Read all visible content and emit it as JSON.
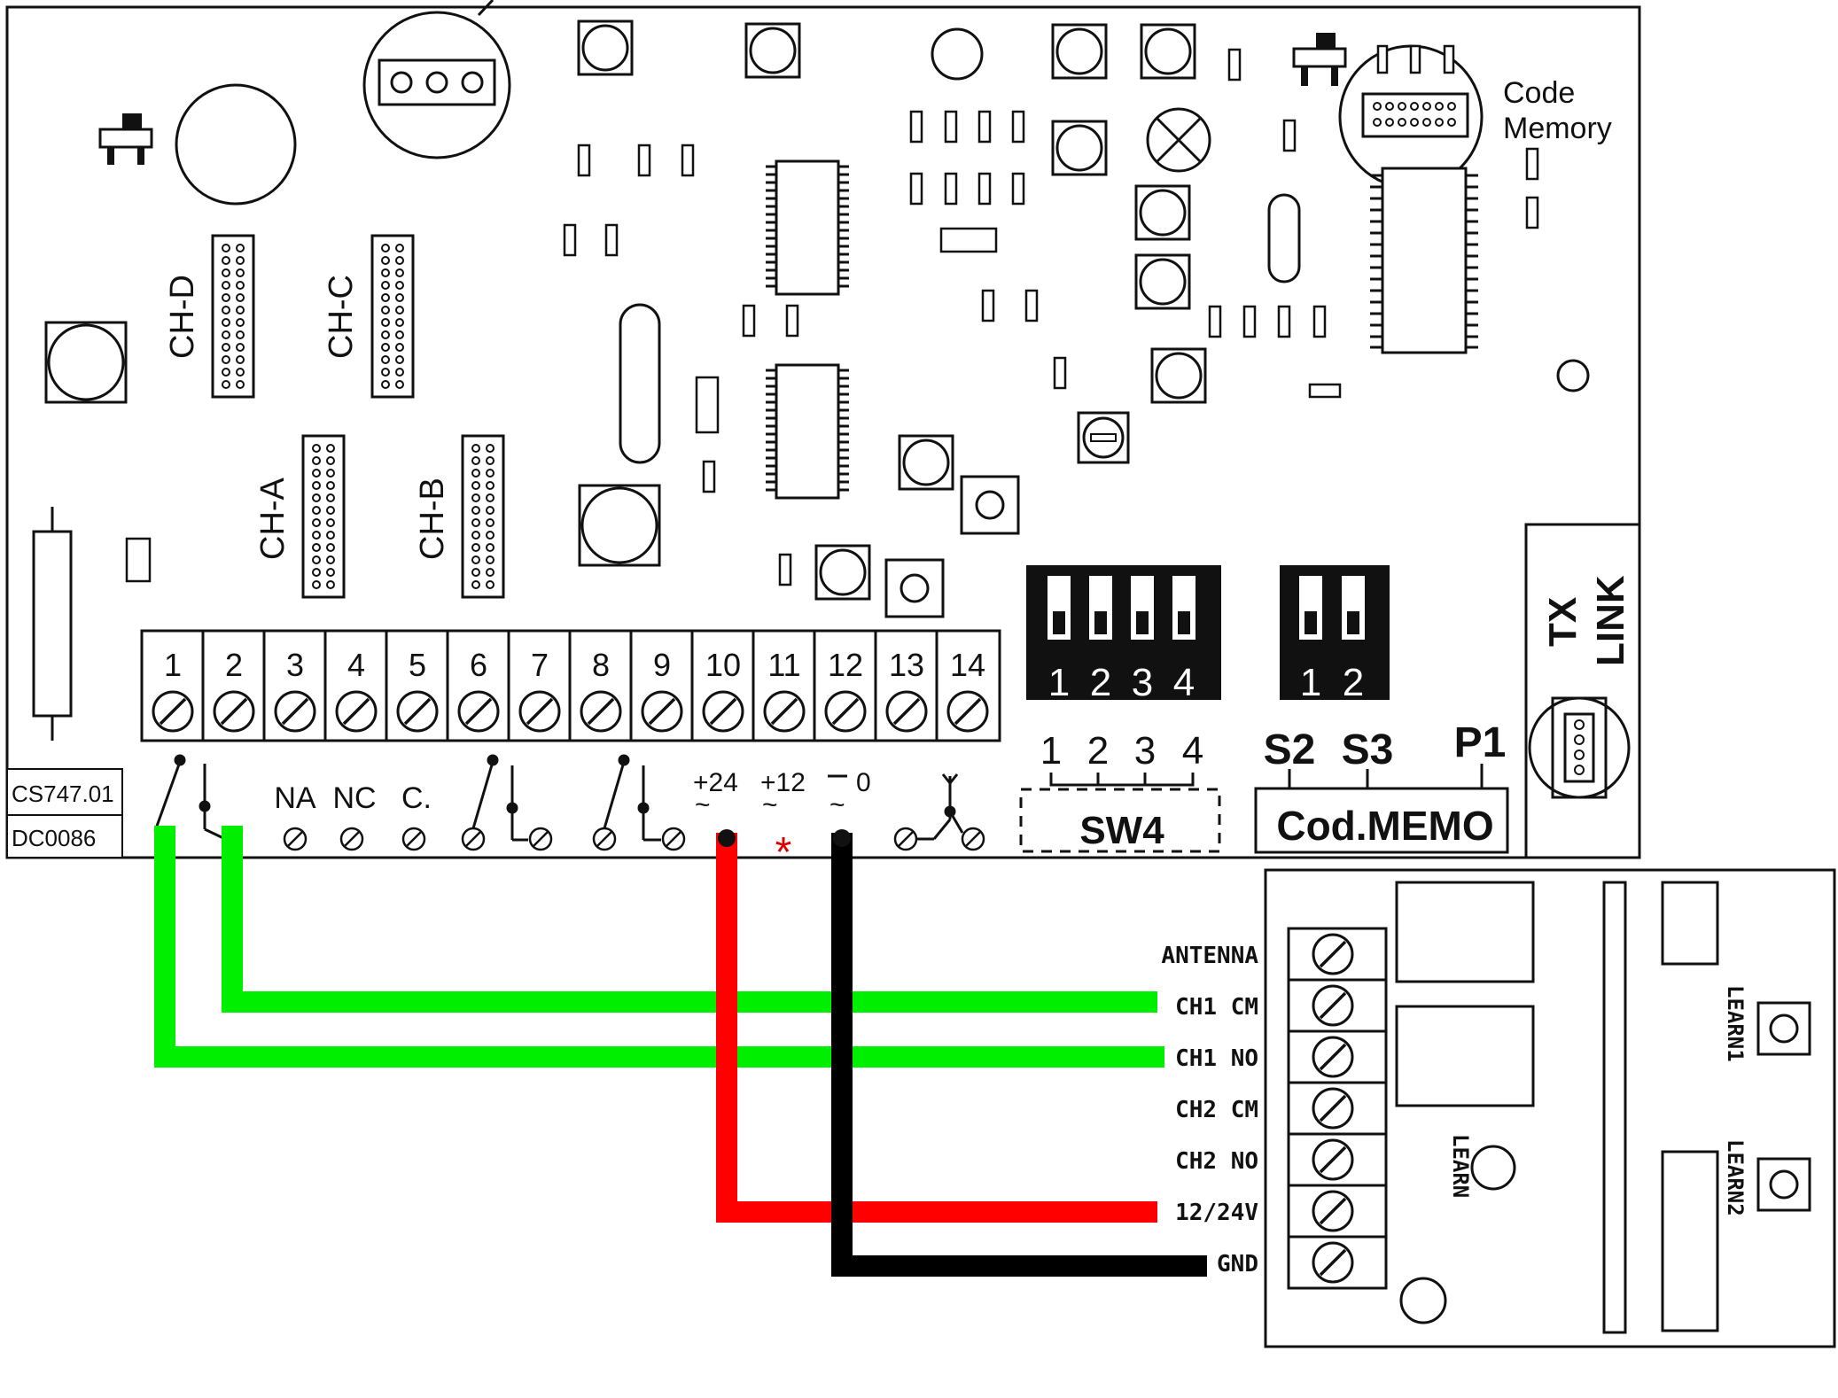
{
  "board": {
    "code_memory_line1": "Code",
    "code_memory_line2": "Memory",
    "channels": [
      "CH-A",
      "CH-B",
      "CH-C",
      "CH-D"
    ],
    "terminals": [
      "1",
      "2",
      "3",
      "4",
      "5",
      "6",
      "7",
      "8",
      "9",
      "10",
      "11",
      "12",
      "13",
      "14"
    ],
    "relay_labels": [
      "NA",
      "NC",
      "C."
    ],
    "power_labels": [
      "+24",
      "+12",
      "0"
    ],
    "dip_a_numbers": [
      "1",
      "2",
      "3",
      "4"
    ],
    "dip_b_numbers": [
      "1",
      "2"
    ],
    "sw4_numbers": [
      "1",
      "2",
      "3",
      "4"
    ],
    "sw4_label": "SW4",
    "s2_label": "S2",
    "s3_label": "S3",
    "p1_label": "P1",
    "cod_memo_label": "Cod.MEMO",
    "tx_label": "TX",
    "link_label": "LINK",
    "code_cs": "CS747.01",
    "code_dc": "DC0086",
    "asterisk": "*"
  },
  "receiver": {
    "terminals": [
      "ANTENNA",
      "CH1 CM",
      "CH1 NO",
      "CH2 CM",
      "CH2 NO",
      "12/24V",
      "GND"
    ],
    "learn_label": "LEARN",
    "learn1_label": "LEARN1",
    "learn2_label": "LEARN2"
  },
  "colors": {
    "wire_green": "#00ee00",
    "wire_red": "#ff0000",
    "wire_black": "#000000",
    "asterisk_red": "#dd0000",
    "dip_body": "#111111"
  }
}
